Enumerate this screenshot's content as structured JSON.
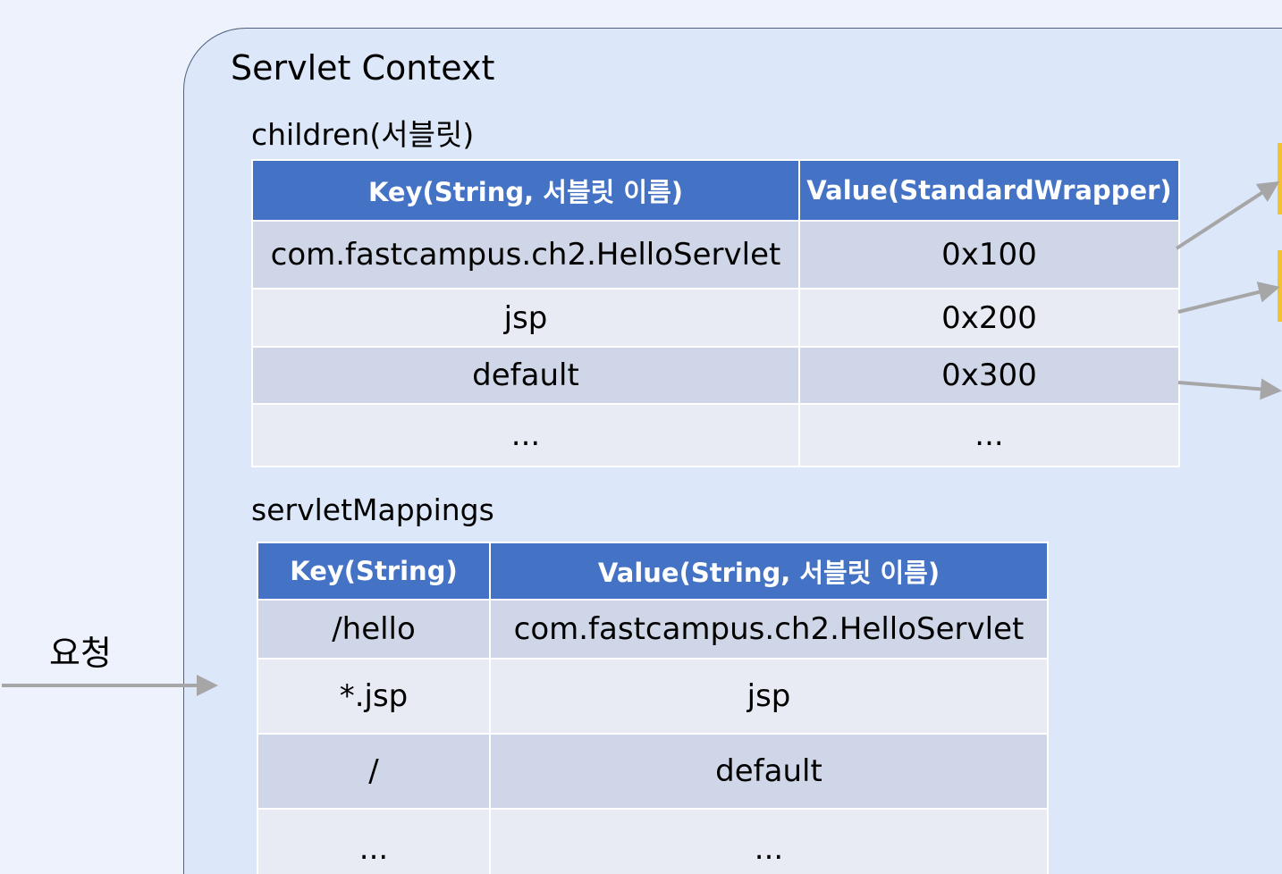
{
  "context": {
    "title": "Servlet Context"
  },
  "children": {
    "label": "children(서블릿)",
    "headers": [
      "Key(String, 서블릿 이름)",
      "Value(StandardWrapper)"
    ],
    "rows": [
      [
        "com.fastcampus.ch2.HelloServlet",
        "0x100"
      ],
      [
        "jsp",
        "0x200"
      ],
      [
        "default",
        "0x300"
      ],
      [
        "...",
        "..."
      ]
    ]
  },
  "servletMappings": {
    "label": "servletMappings",
    "headers": [
      "Key(String)",
      "Value(String, 서블릿 이름)"
    ],
    "rows": [
      [
        "/hello",
        "com.fastcampus.ch2.HelloServlet"
      ],
      [
        "*.jsp",
        "jsp"
      ],
      [
        "/",
        "default"
      ],
      [
        "...",
        "..."
      ]
    ]
  },
  "request": {
    "label": "요청"
  },
  "colors": {
    "header": "#4472c4",
    "row_dark": "#cfd6e8",
    "row_light": "#e8ebf4",
    "container": "#dde7fa",
    "arrow": "#a6a6a6"
  }
}
